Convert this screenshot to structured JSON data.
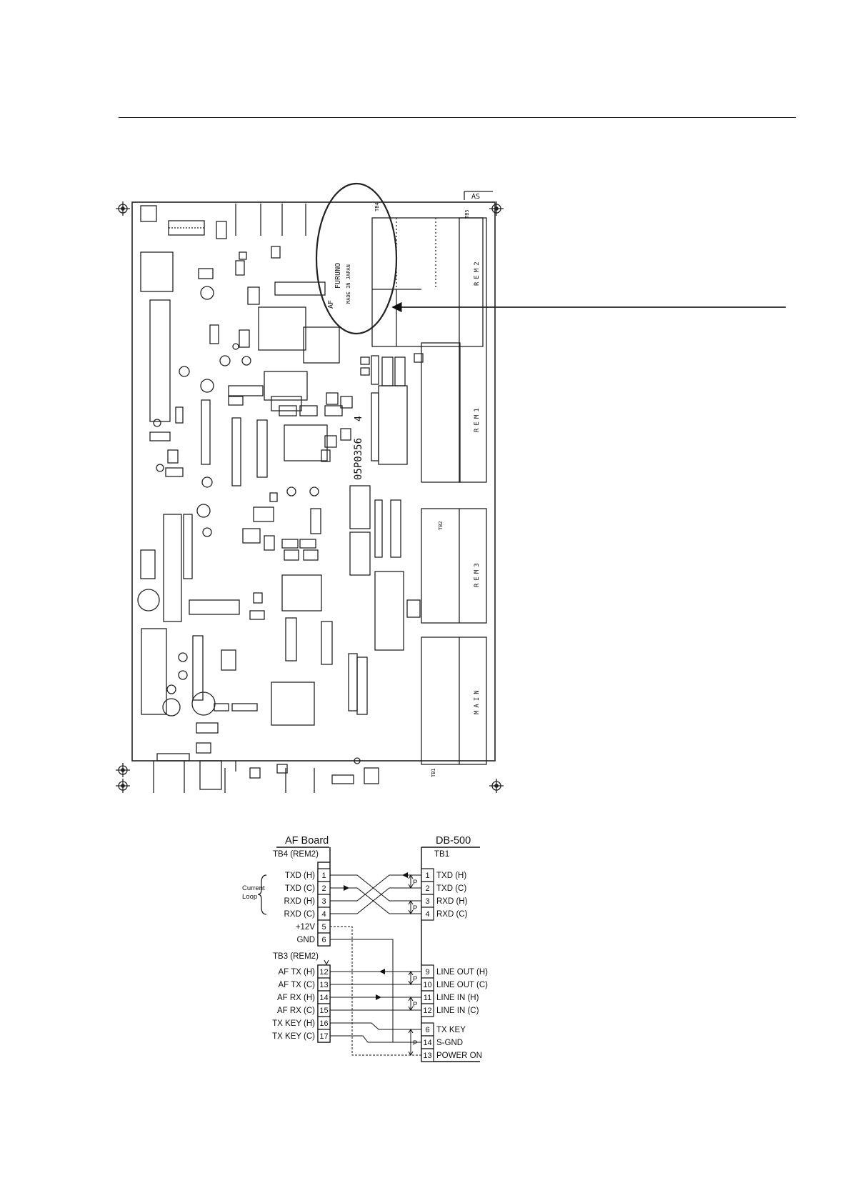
{
  "board": {
    "corner_mark": "AS",
    "maker": "FURUNO",
    "made_in": "MADE IN JAPAN",
    "model": "05P0356",
    "badge": "AF",
    "rev": "4",
    "tb_labels": [
      "TB4",
      "TB5",
      "TB2",
      "TB1"
    ],
    "rem_labels": [
      "REM2",
      "REM1",
      "REM3",
      "MAIN"
    ]
  },
  "wiring": {
    "left_title": "AF Board",
    "right_title": "DB-500",
    "left_block1": "TB4 (REM2)",
    "left_block2": "TB3 (REM2)",
    "right_block": "TB1",
    "current_loop": [
      "Current",
      "Loop"
    ],
    "p_mark": "P",
    "left_pins": [
      {
        "label": "TXD (H)",
        "num": "1"
      },
      {
        "label": "TXD (C)",
        "num": "2"
      },
      {
        "label": "RXD (H)",
        "num": "3"
      },
      {
        "label": "RXD (C)",
        "num": "4"
      },
      {
        "label": "+12V",
        "num": "5"
      },
      {
        "label": "GND",
        "num": "6"
      },
      {
        "label": "AF TX (H)",
        "num": "12"
      },
      {
        "label": "AF TX (C)",
        "num": "13"
      },
      {
        "label": "AF RX (H)",
        "num": "14"
      },
      {
        "label": "AF RX (C)",
        "num": "15"
      },
      {
        "label": "TX KEY (H)",
        "num": "16"
      },
      {
        "label": "TX KEY (C)",
        "num": "17"
      }
    ],
    "right_pins": [
      {
        "label": "TXD (H)",
        "num": "1"
      },
      {
        "label": "TXD (C)",
        "num": "2"
      },
      {
        "label": "RXD (H)",
        "num": "3"
      },
      {
        "label": "RXD (C)",
        "num": "4"
      },
      {
        "label": "LINE OUT (H)",
        "num": "9"
      },
      {
        "label": "LINE OUT (C)",
        "num": "10"
      },
      {
        "label": "LINE IN (H)",
        "num": "11"
      },
      {
        "label": "LINE IN (C)",
        "num": "12"
      },
      {
        "label": "TX KEY",
        "num": "6"
      },
      {
        "label": "S-GND",
        "num": "14"
      },
      {
        "label": "POWER ON",
        "num": "13"
      }
    ]
  }
}
